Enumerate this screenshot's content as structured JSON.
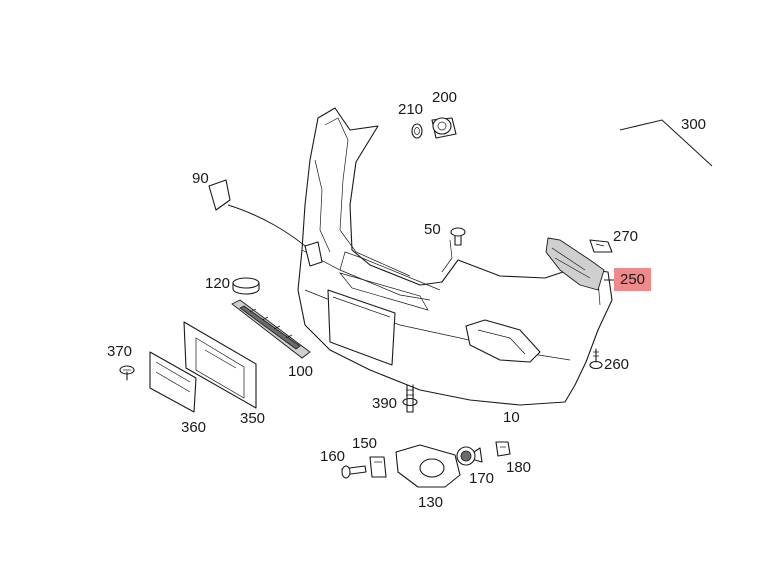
{
  "labels": {
    "p10": "10",
    "p50": "50",
    "p90": "90",
    "p100": "100",
    "p120": "120",
    "p130": "130",
    "p150": "150",
    "p160": "160",
    "p170": "170",
    "p180": "180",
    "p200": "200",
    "p210": "210",
    "p250": "250",
    "p260": "260",
    "p270": "270",
    "p300": "300",
    "p350": "350",
    "p360": "360",
    "p370": "370",
    "p390": "390"
  },
  "highlight": {
    "part": "250",
    "color": "#f08a8a"
  }
}
